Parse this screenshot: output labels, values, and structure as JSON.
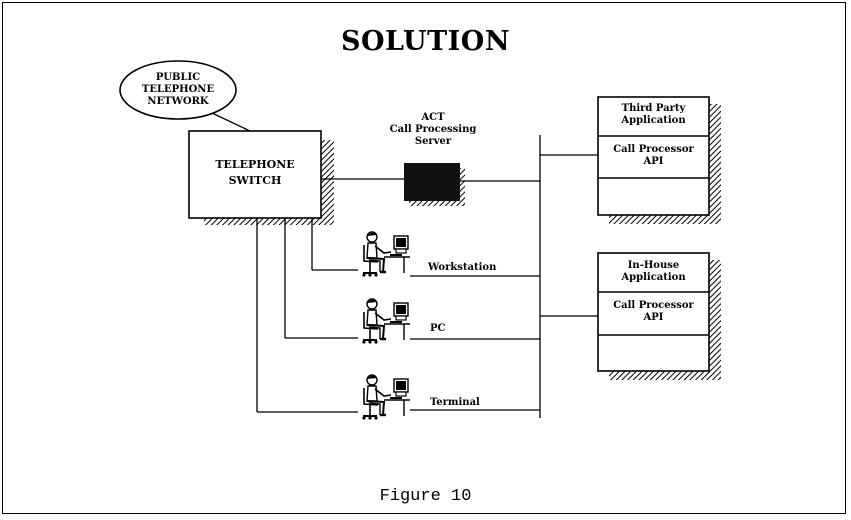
{
  "title": "SOLUTION",
  "caption": "Figure 10",
  "nodes": {
    "network": {
      "line1": "PUBLIC",
      "line2": "TELEPHONE",
      "line3": "NETWORK"
    },
    "switch": {
      "line1": "TELEPHONE",
      "line2": "SWITCH"
    },
    "server": {
      "line1": "ACT",
      "line2": "Call Processing",
      "line3": "Server"
    },
    "app1": {
      "top1": "Third Party",
      "top2": "Application",
      "mid1": "Call Processor",
      "mid2": "API"
    },
    "app2": {
      "top1": "In-House",
      "top2": "Application",
      "mid1": "Call Processor",
      "mid2": "API"
    }
  },
  "stations": {
    "workstation": "Workstation",
    "pc": "PC",
    "terminal": "Terminal"
  }
}
